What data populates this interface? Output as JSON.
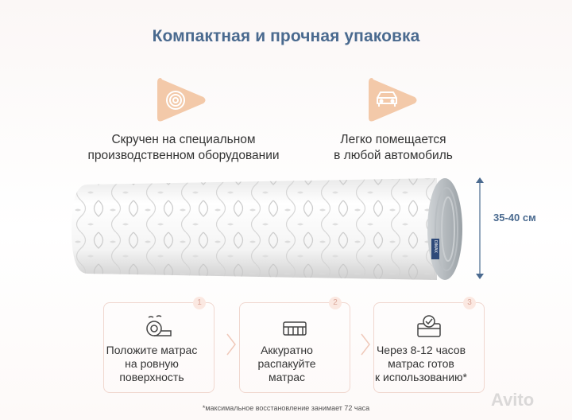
{
  "title": "Компактная и прочная упаковка",
  "features": [
    {
      "icon": "spiral-icon",
      "line1": "Скручен на специальном",
      "line2": "производственном оборудовании"
    },
    {
      "icon": "car-icon",
      "line1": "Легко помещается",
      "line2": "в любой автомобиль"
    }
  ],
  "dimension": "35-40 см",
  "brand_tag": "DIMAX",
  "steps": [
    {
      "number": "1",
      "icon": "mattress-unroll-icon",
      "line1": "Положите матрас",
      "line2": "на ровную",
      "line3": "поверхность"
    },
    {
      "number": "2",
      "icon": "mattress-icon",
      "line1": "Аккуратно",
      "line2": "распакуйте",
      "line3": "матрас"
    },
    {
      "number": "3",
      "icon": "checkmark-box-icon",
      "line1": "Через 8-12 часов",
      "line2": "матрас готов",
      "line3": "к использованию*"
    }
  ],
  "footnote": "*максимальное восстановление занимает 72 часа",
  "watermark": "Avito",
  "colors": {
    "accent": "#f3c9a9",
    "title": "#4a6a8f",
    "card_border": "#f0d7cf"
  }
}
